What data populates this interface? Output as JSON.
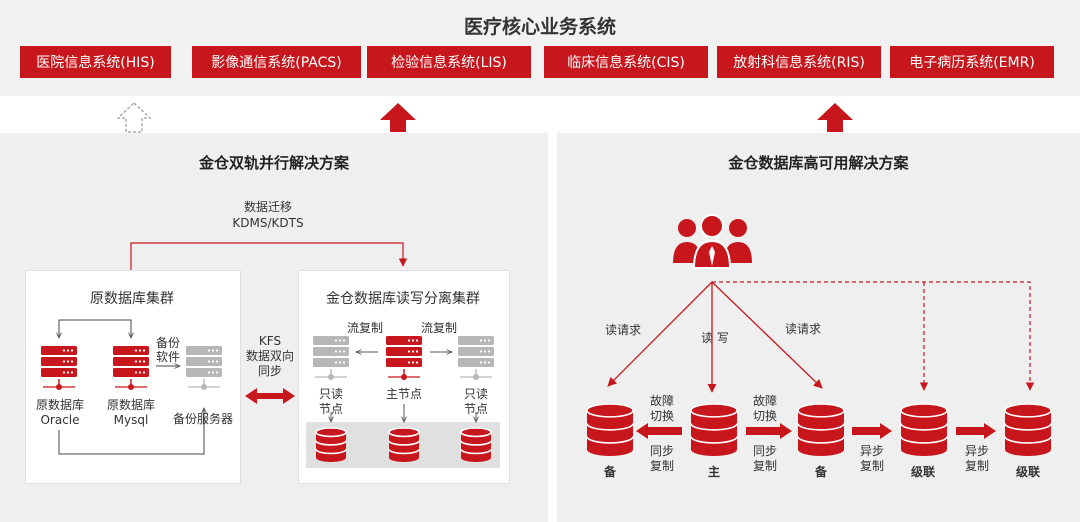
{
  "header": {
    "title": "医疗核心业务系统",
    "systems": [
      "医院信息系统(HIS)",
      "影像通信系统(PACS)",
      "检验信息系统(LIS)",
      "临床信息系统(CIS)",
      "放射科信息系统(RIS)",
      "电子病历系统(EMR)"
    ]
  },
  "left": {
    "title": "金仓双轨并行解决方案",
    "migration_line1": "数据迁移",
    "migration_line2": "KDMS/KDTS",
    "source_cluster": {
      "title": "原数据库集群",
      "oracle_line1": "原数据库",
      "oracle_line2": "Oracle",
      "mysql_line1": "原数据库",
      "mysql_line2": "Mysql",
      "backup_soft_line1": "备份",
      "backup_soft_line2": "软件",
      "backup_server": "备份服务器"
    },
    "kfs_line1": "KFS",
    "kfs_line2": "数据双向",
    "kfs_line3": "同步",
    "rw_cluster": {
      "title": "金仓数据库读写分离集群",
      "stream_left": "流复制",
      "stream_right": "流复制",
      "readonly_left_line1": "只读",
      "readonly_left_line2": "节点",
      "primary": "主节点",
      "readonly_right_line1": "只读",
      "readonly_right_line2": "节点"
    }
  },
  "right": {
    "title": "金仓数据库高可用解决方案",
    "read_req_left": "读请求",
    "read_write": "读  写",
    "read_req_mid": "读请求",
    "failover1_line1": "故障",
    "failover1_line2": "切换",
    "sync1_line1": "同步",
    "sync1_line2": "复制",
    "failover2_line1": "故障",
    "failover2_line2": "切换",
    "sync2_line1": "同步",
    "sync2_line2": "复制",
    "async1_line1": "异步",
    "async1_line2": "复制",
    "async2_line1": "异步",
    "async2_line2": "复制",
    "node_standby1": "备",
    "node_primary": "主",
    "node_standby2": "备",
    "node_cascade1": "级联",
    "node_cascade2": "级联"
  },
  "colors": {
    "accent": "#c8161d",
    "server_grey": "#b7b7b7",
    "panel_bg": "#efefef"
  }
}
